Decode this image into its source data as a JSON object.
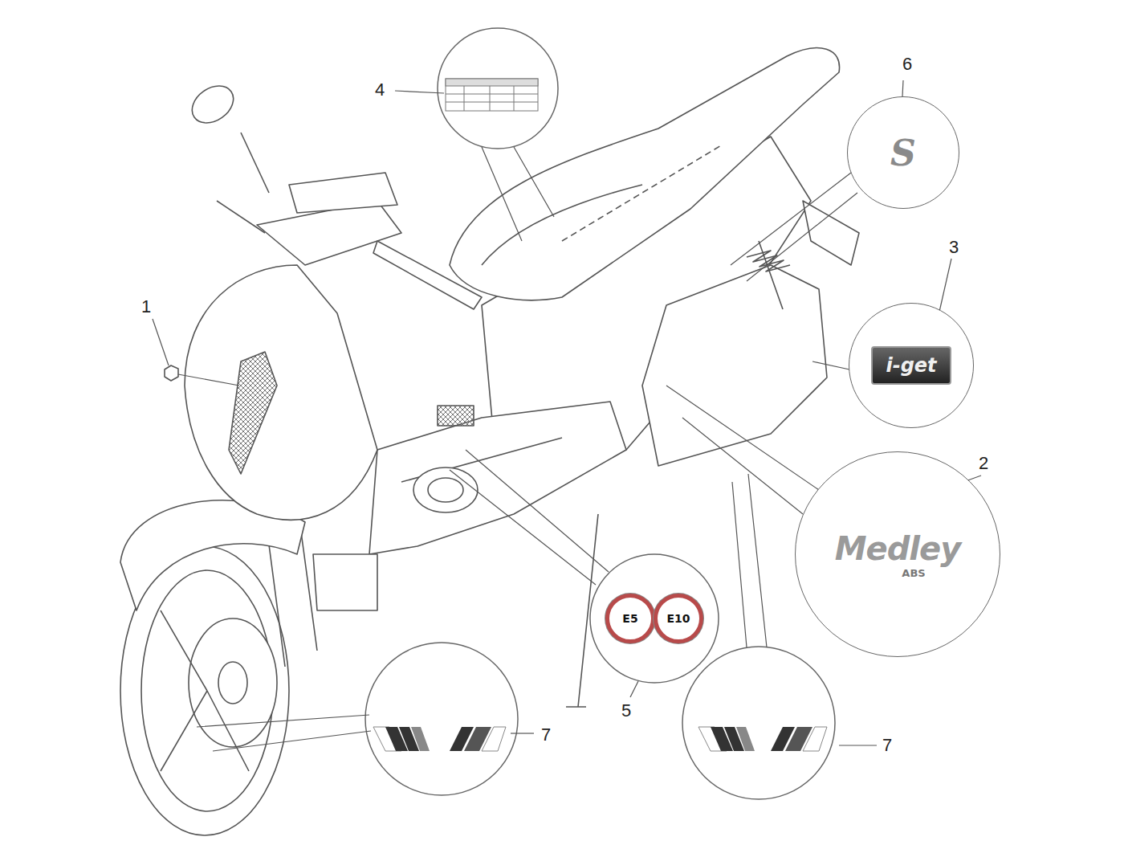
{
  "diagram": {
    "nodes": [
      {
        "text": [
          "S"
        ]
      },
      {
        "text": [
          "i-get"
        ]
      },
      {
        "text": [
          "Medley",
          "ABS"
        ]
      },
      {
        "text": [
          "E5"
        ]
      },
      {
        "text": [
          "E10"
        ]
      }
    ],
    "labels": [
      "1",
      "4",
      "6",
      "3",
      "2",
      "5",
      "7",
      "7"
    ]
  }
}
